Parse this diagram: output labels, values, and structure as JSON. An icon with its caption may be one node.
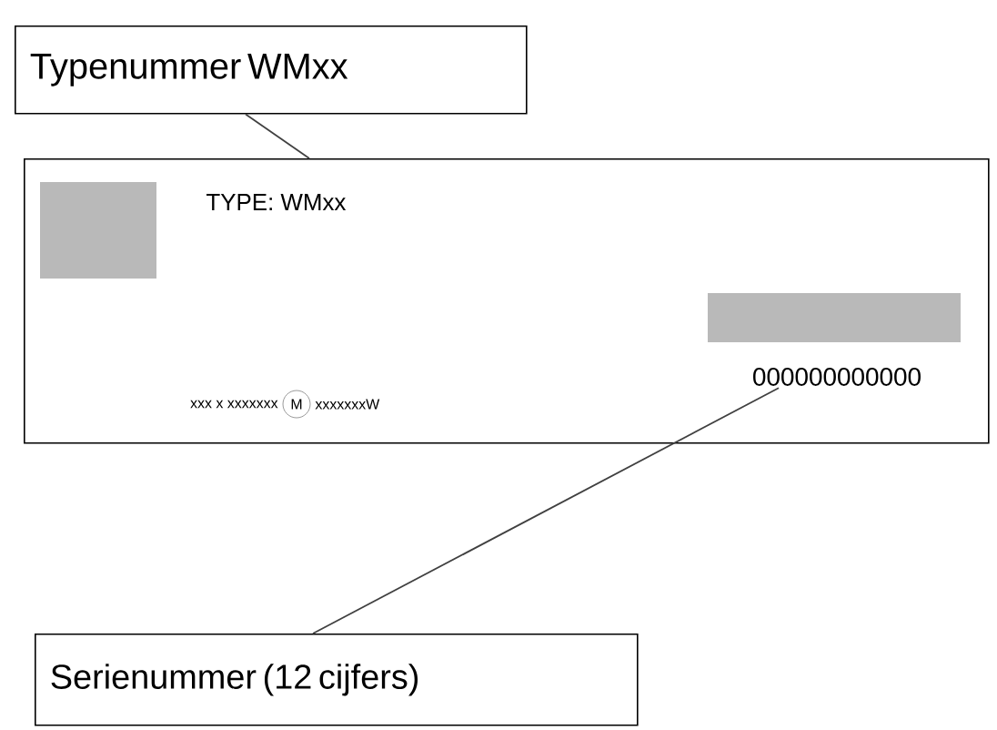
{
  "diagram": {
    "nodes": [
      {
        "text": [
          "Typenummer WMxx"
        ]
      },
      {
        "text": [],
        "shape": "box"
      },
      {
        "text": [
          "000000000000"
        ],
        "in": 1
      },
      {
        "text": [
          "M"
        ],
        "in": 1
      },
      {
        "text": [
          "Serienummer (12 cijfers)"
        ]
      }
    ],
    "edges": [
      {
        "from": 0,
        "to": 1,
        "arrow": "none"
      },
      {
        "from": 4,
        "to": 2,
        "arrow": "none"
      }
    ],
    "labels": [
      "TYPE: WMxx",
      "xxx x xxxxxxx",
      "xxxxxxxW"
    ]
  }
}
